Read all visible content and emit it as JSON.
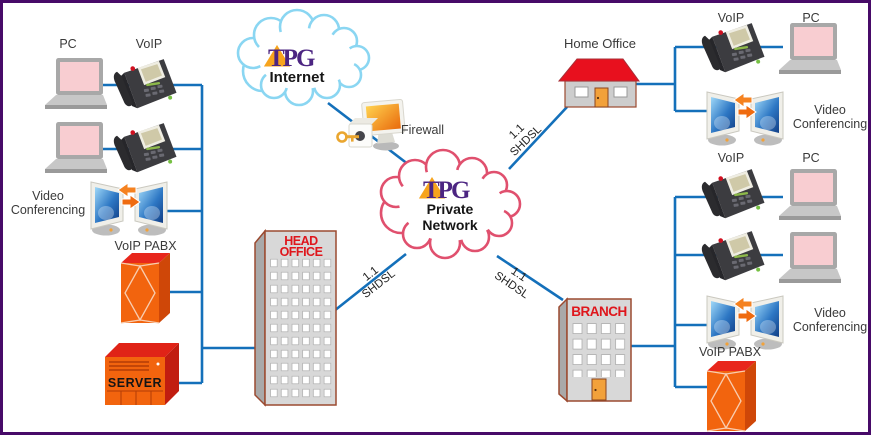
{
  "colors": {
    "border": "#470a68",
    "line_blue": "#1470ba",
    "tpg_purple": "#4c2582",
    "tpg_orange": "#f7a41d",
    "internet_cloud_stroke": "#8ad6f2",
    "private_cloud_stroke": "#e0506e",
    "building_text_red": "#df161c",
    "device_orange": "#f2640e"
  },
  "internet_cloud": {
    "brand": "TPG",
    "label": "Internet"
  },
  "private_cloud": {
    "brand": "TPG",
    "label_line1": "Private",
    "label_line2": "Network"
  },
  "firewall": {
    "label": "Firewall"
  },
  "links": {
    "home_office": {
      "line1": "1.1",
      "line2": "SHDSL"
    },
    "head_office": {
      "line1": "1.1",
      "line2": "SHDSL"
    },
    "branch": {
      "line1": "1.1",
      "line2": "SHDSL"
    }
  },
  "head_office_site": {
    "pc_label": "PC",
    "voip_label": "VoIP",
    "video_line1": "Video",
    "video_line2": "Conferencing",
    "pabx_label": "VoIP PABX",
    "server_label": "SERVER",
    "building_line1": "HEAD",
    "building_line2": "OFFICE"
  },
  "home_office_site": {
    "label": "Home Office",
    "voip_label": "VoIP",
    "pc_label": "PC",
    "video_line1": "Video",
    "video_line2": "Conferencing"
  },
  "branch_site": {
    "building_label": "BRANCH",
    "voip_label": "VoIP",
    "pc_label": "PC",
    "video_line1": "Video",
    "video_line2": "Conferencing",
    "pabx_label": "VoIP PABX"
  }
}
